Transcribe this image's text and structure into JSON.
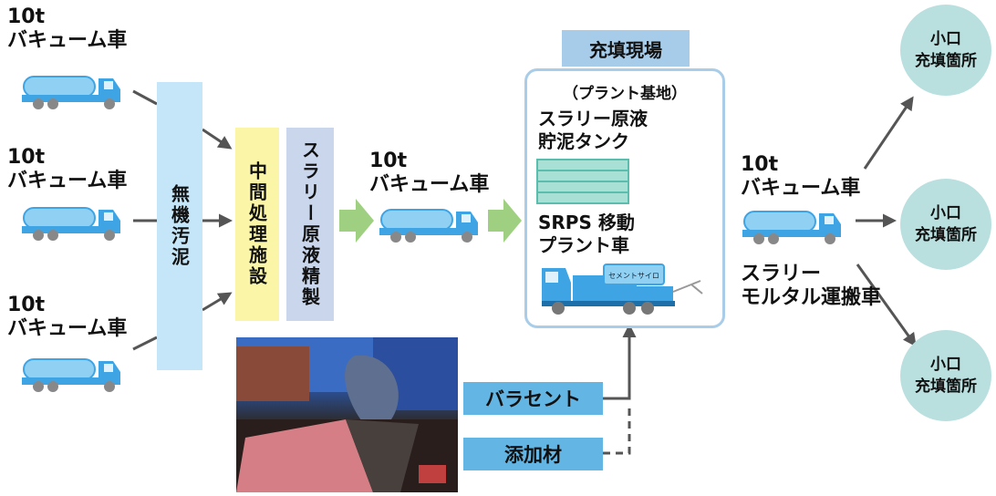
{
  "sources": [
    {
      "line1": "10t",
      "line2": "バキューム車"
    },
    {
      "line1": "10t",
      "line2": "バキューム車"
    },
    {
      "line1": "10t",
      "line2": "バキューム車"
    }
  ],
  "sludge_box": {
    "label": "無機汚泥",
    "color": "#c4e6f8"
  },
  "intermediate_box": {
    "label": "中間処理施設",
    "color": "#fbf6a7"
  },
  "refining_box": {
    "label": "スラリー原液精製",
    "color": "#c9d6ec"
  },
  "mid_truck": {
    "line1": "10t",
    "line2": "バキューム車"
  },
  "site": {
    "header": "充填現場",
    "subtitle": "（プラント基地）",
    "tank_line1": "スラリー原液",
    "tank_line2": "貯泥タンク",
    "plant_line1": "SRPS 移動",
    "plant_line2": "プラント車",
    "plant_truck_logo": "セメントサイロ"
  },
  "materials": [
    {
      "label": "バラセント"
    },
    {
      "label": "添加材"
    }
  ],
  "out_truck": {
    "line1": "10t",
    "line2": "バキューム車",
    "desc_line1": "スラリー",
    "desc_line2": "モルタル運搬車"
  },
  "destinations": [
    {
      "line1": "小口",
      "line2": "充填箇所"
    },
    {
      "line1": "小口",
      "line2": "充填箇所"
    },
    {
      "line1": "小口",
      "line2": "充填箇所"
    }
  ],
  "colors": {
    "truck_body": "#3fa4e4",
    "truck_tank": "#8fd0f3",
    "arrow_gray": "#555555",
    "arrow_green": "#9fd081",
    "circle_fill": "#b9e0df",
    "material_fill": "#63b5e3"
  }
}
